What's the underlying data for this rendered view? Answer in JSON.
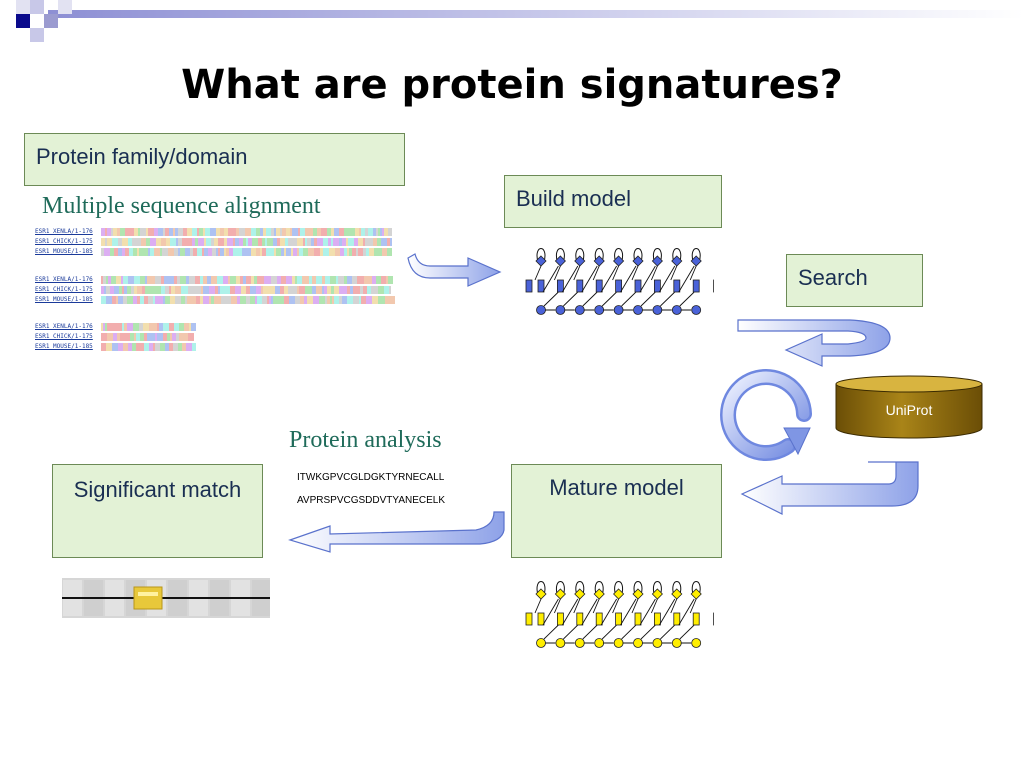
{
  "slide": {
    "title": "What are protein signatures?"
  },
  "boxes": {
    "protein_family": "Protein family/domain",
    "build_model": "Build model",
    "search": "Search",
    "significant_match": "Significant match",
    "mature_model": "Mature model"
  },
  "labels": {
    "multiple_sequence_alignment": "Multiple sequence alignment",
    "protein_analysis": "Protein analysis"
  },
  "database": {
    "name": "UniProt"
  },
  "sequences": {
    "seq1": "ITWKGPVCGLDGKTYRNECALL",
    "seq2": "AVPRSPVCGSDDVTYANECELK"
  },
  "alignment": {
    "names": [
      "ESR1_XENLA/1-176",
      "ESR1_CHICK/1-175",
      "ESR1_MOUSE/1-185"
    ]
  },
  "colors": {
    "box_fill": "#e3f2d6",
    "model_blue": "#4a62d8",
    "model_yellow": "#ffee00",
    "uniprot_gold": "#8a6a10",
    "arrow_blue": "#8ea2e8"
  }
}
